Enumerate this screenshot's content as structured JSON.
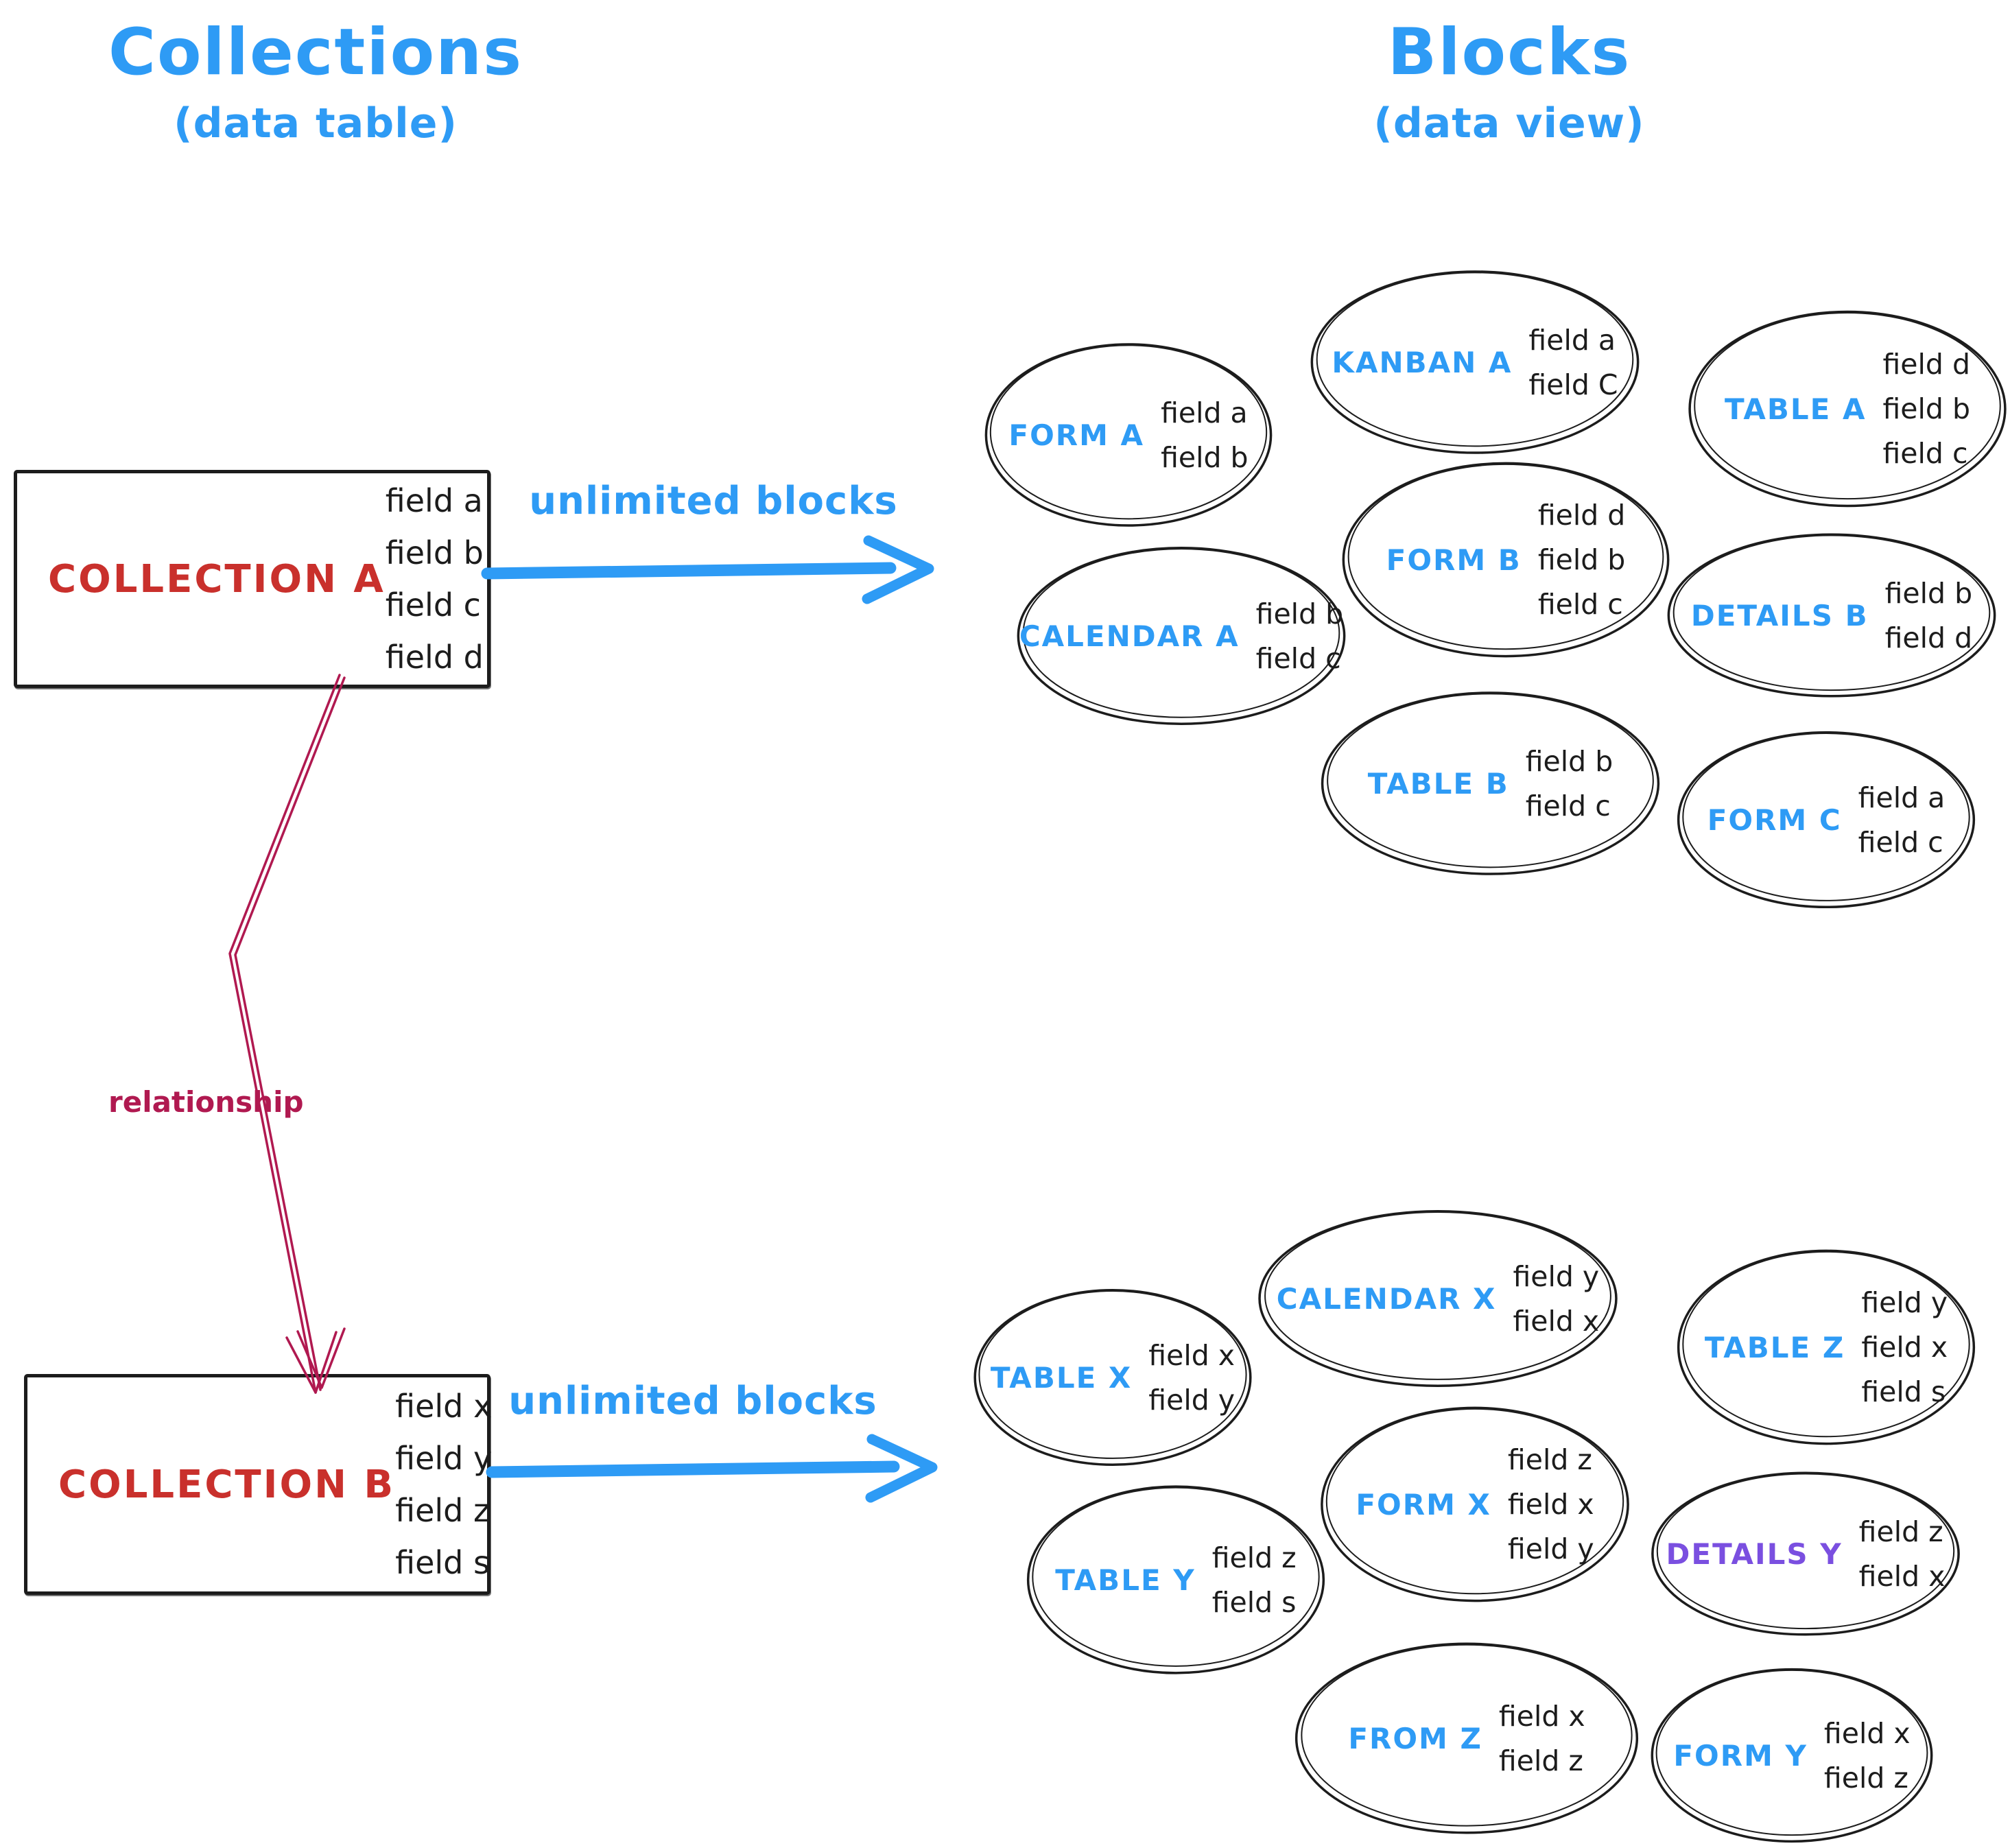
{
  "page": {
    "left_header": {
      "title": "Collections",
      "subtitle": "(data table)"
    },
    "right_header": {
      "title": "Blocks",
      "subtitle": "(data view)"
    }
  },
  "colors": {
    "accent_blue": "#2e9bf5",
    "collection_red": "#c9302c",
    "relationship_crimson": "#b01950",
    "details_y_purple": "#7a4fe0",
    "ink_black": "#1c1c1c"
  },
  "collections": [
    {
      "name": "COLLECTION A",
      "fields": [
        "field a",
        "field b",
        "field c",
        "field d"
      ],
      "arrow_label": "unlimited blocks"
    },
    {
      "name": "COLLECTION B",
      "fields": [
        "field x",
        "field y",
        "field z",
        "field s"
      ],
      "arrow_label": "unlimited blocks"
    }
  ],
  "relationship_label": "relationship",
  "clusters": [
    {
      "collection": "A",
      "blocks": [
        {
          "label": "FORM A",
          "label_color": "blue",
          "fields": [
            "field a",
            "field b"
          ]
        },
        {
          "label": "KANBAN A",
          "label_color": "blue",
          "fields": [
            "field a",
            "field C"
          ]
        },
        {
          "label": "TABLE A",
          "label_color": "blue",
          "fields": [
            "field d",
            "field b",
            "field c"
          ]
        },
        {
          "label": "CALENDAR A",
          "label_color": "blue",
          "fields": [
            "field b",
            "field c"
          ]
        },
        {
          "label": "FORM B",
          "label_color": "blue",
          "fields": [
            "field d",
            "field b",
            "field c"
          ]
        },
        {
          "label": "DETAILS B",
          "label_color": "blue",
          "fields": [
            "field b",
            "field d"
          ]
        },
        {
          "label": "TABLE B",
          "label_color": "blue",
          "fields": [
            "field b",
            "field c"
          ]
        },
        {
          "label": "FORM C",
          "label_color": "blue",
          "fields": [
            "field a",
            "field c"
          ]
        }
      ]
    },
    {
      "collection": "B",
      "blocks": [
        {
          "label": "TABLE X",
          "label_color": "blue",
          "fields": [
            "field x",
            "field y"
          ]
        },
        {
          "label": "CALENDAR X",
          "label_color": "blue",
          "fields": [
            "field y",
            "field x"
          ]
        },
        {
          "label": "TABLE Z",
          "label_color": "blue",
          "fields": [
            "field y",
            "field x",
            "field s"
          ]
        },
        {
          "label": "TABLE Y",
          "label_color": "blue",
          "fields": [
            "field z",
            "field s"
          ]
        },
        {
          "label": "FORM X",
          "label_color": "blue",
          "fields": [
            "field z",
            "field x",
            "field y"
          ]
        },
        {
          "label": "DETAILS Y",
          "label_color": "purple",
          "fields": [
            "field z",
            "field x"
          ]
        },
        {
          "label": "FROM Z",
          "label_color": "blue",
          "fields": [
            "field x",
            "field z"
          ]
        },
        {
          "label": "FORM Y",
          "label_color": "blue",
          "fields": [
            "field x",
            "field z"
          ]
        }
      ]
    }
  ]
}
